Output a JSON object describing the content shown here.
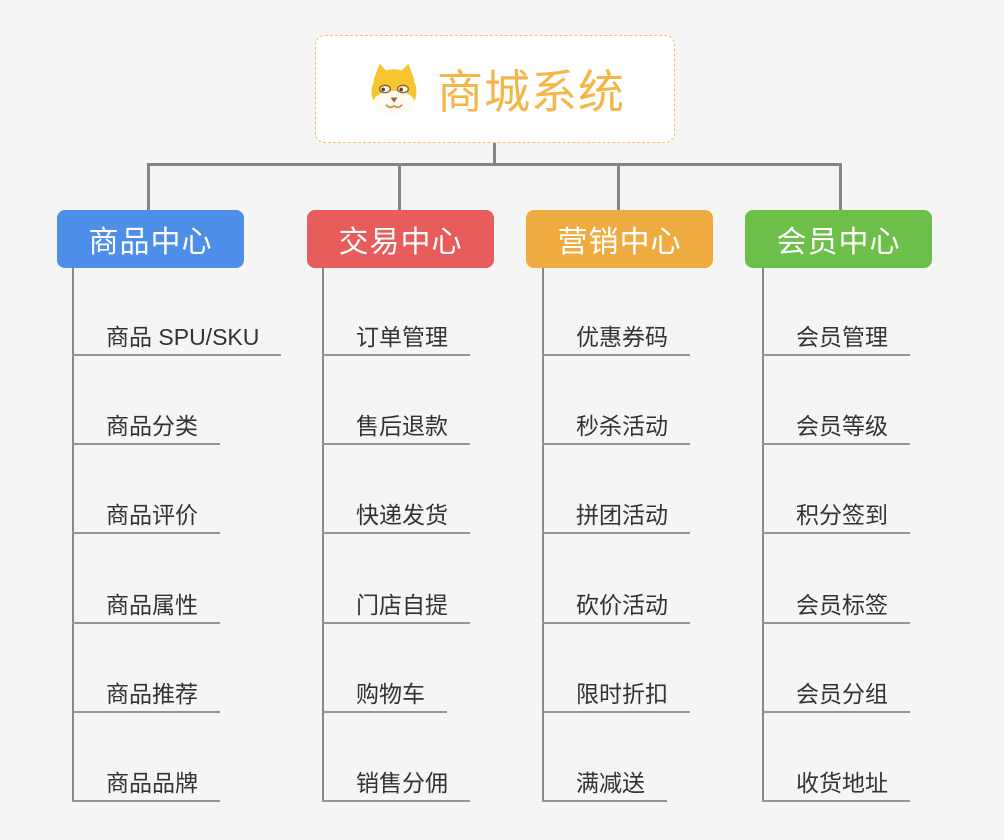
{
  "root": {
    "title": "商城系统",
    "icon": "dog-face-icon"
  },
  "colors": {
    "background": "#F5F5F5",
    "connector_line": "#858585",
    "leaf_underline": "#969696",
    "leaf_text": "#333333",
    "root_border": "#F3C06E",
    "root_title": "#F4B647"
  },
  "branches": [
    {
      "label": "商品中心",
      "color": "#4D8FE8",
      "items": [
        "商品 SPU/SKU",
        "商品分类",
        "商品评价",
        "商品属性",
        "商品推荐",
        "商品品牌"
      ]
    },
    {
      "label": "交易中心",
      "color": "#E85C5C",
      "items": [
        "订单管理",
        "售后退款",
        "快递发货",
        "门店自提",
        "购物车",
        "销售分佣"
      ]
    },
    {
      "label": "营销中心",
      "color": "#EFAC40",
      "items": [
        "优惠券码",
        "秒杀活动",
        "拼团活动",
        "砍价活动",
        "限时折扣",
        "满减送"
      ]
    },
    {
      "label": "会员中心",
      "color": "#6CC04A",
      "items": [
        "会员管理",
        "会员等级",
        "积分签到",
        "会员标签",
        "会员分组",
        "收货地址"
      ]
    }
  ]
}
